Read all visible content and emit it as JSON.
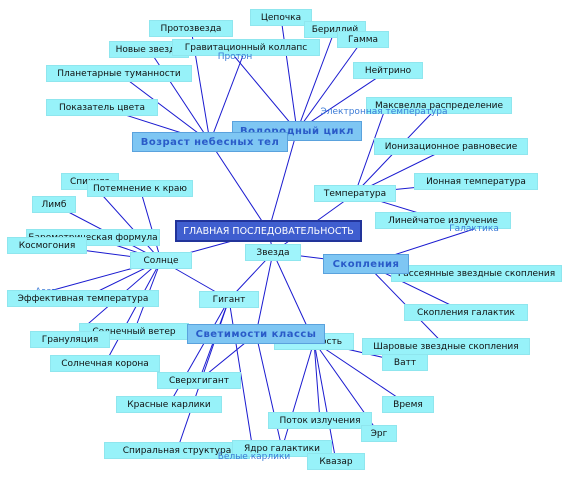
{
  "colors": {
    "line": "#1a1ad0",
    "leaf_fill": "#97f2f9",
    "category_fill": "#7ec6f3",
    "category_text": "#2a5bc8",
    "main_fill": "#3f5ecf",
    "main_text": "#ffffff"
  },
  "main": {
    "label": "ГЛАВНАЯ ПОСЛЕДОВАТЕЛЬНОСТЬ"
  },
  "categories": {
    "hydrogen": "Водородный цикл",
    "age": "Возраст небесных тел",
    "clusters": "Скопления",
    "luminosity": "Светимости классы"
  },
  "hubs": {
    "star": "Звезда",
    "sun": "Солнце",
    "giant": "Гигант",
    "temperature": "Температура",
    "luminosity": "Светимость"
  },
  "leaves": {
    "chain": "Цепочка",
    "beryllium": "Бериллий",
    "protostar": "Протозвезда",
    "gamma": "Гамма",
    "new_stars": "Новые звезды",
    "grav_collapse": "Гравитационный коллапс",
    "proton": "Протон",
    "neutrino": "Нейтрино",
    "planetary_nebulae": "Планетарные туманности",
    "maxwell": "Максвелла распределение",
    "color_index": "Показатель цвета",
    "electron_temp": "Электронная температура",
    "ionization_eq": "Ионизационное равновесие",
    "spicule": "Спикула",
    "limb_darkening": "Потемнение к краю",
    "ion_temp": "Ионная температура",
    "limb": "Лимб",
    "line_emission": "Линейчатое излучение",
    "galaxy": "Галактика",
    "barometric": "Барометрическая формула",
    "cosmogony": "Космогония",
    "scattered_clusters": "Рассеянные звездные скопления",
    "nitrogen": "Азот",
    "effective_temp": "Эффективная температура",
    "galaxy_clusters": "Скопления галактик",
    "solar_wind": "Солнечный ветер",
    "granulation": "Грануляция",
    "globular_clusters": "Шаровые звездные скопления",
    "corona": "Солнечная корона",
    "watt": "Ватт",
    "supergiant": "Сверхгигант",
    "red_dwarfs": "Красные карлики",
    "time": "Время",
    "radiation_flux": "Поток излучения",
    "erg": "Эрг",
    "spiral": "Спиральная структура",
    "galaxy_nucleus": "Ядро галактики",
    "white_dwarfs": "Белые карлики",
    "quasar": "Квазар"
  }
}
